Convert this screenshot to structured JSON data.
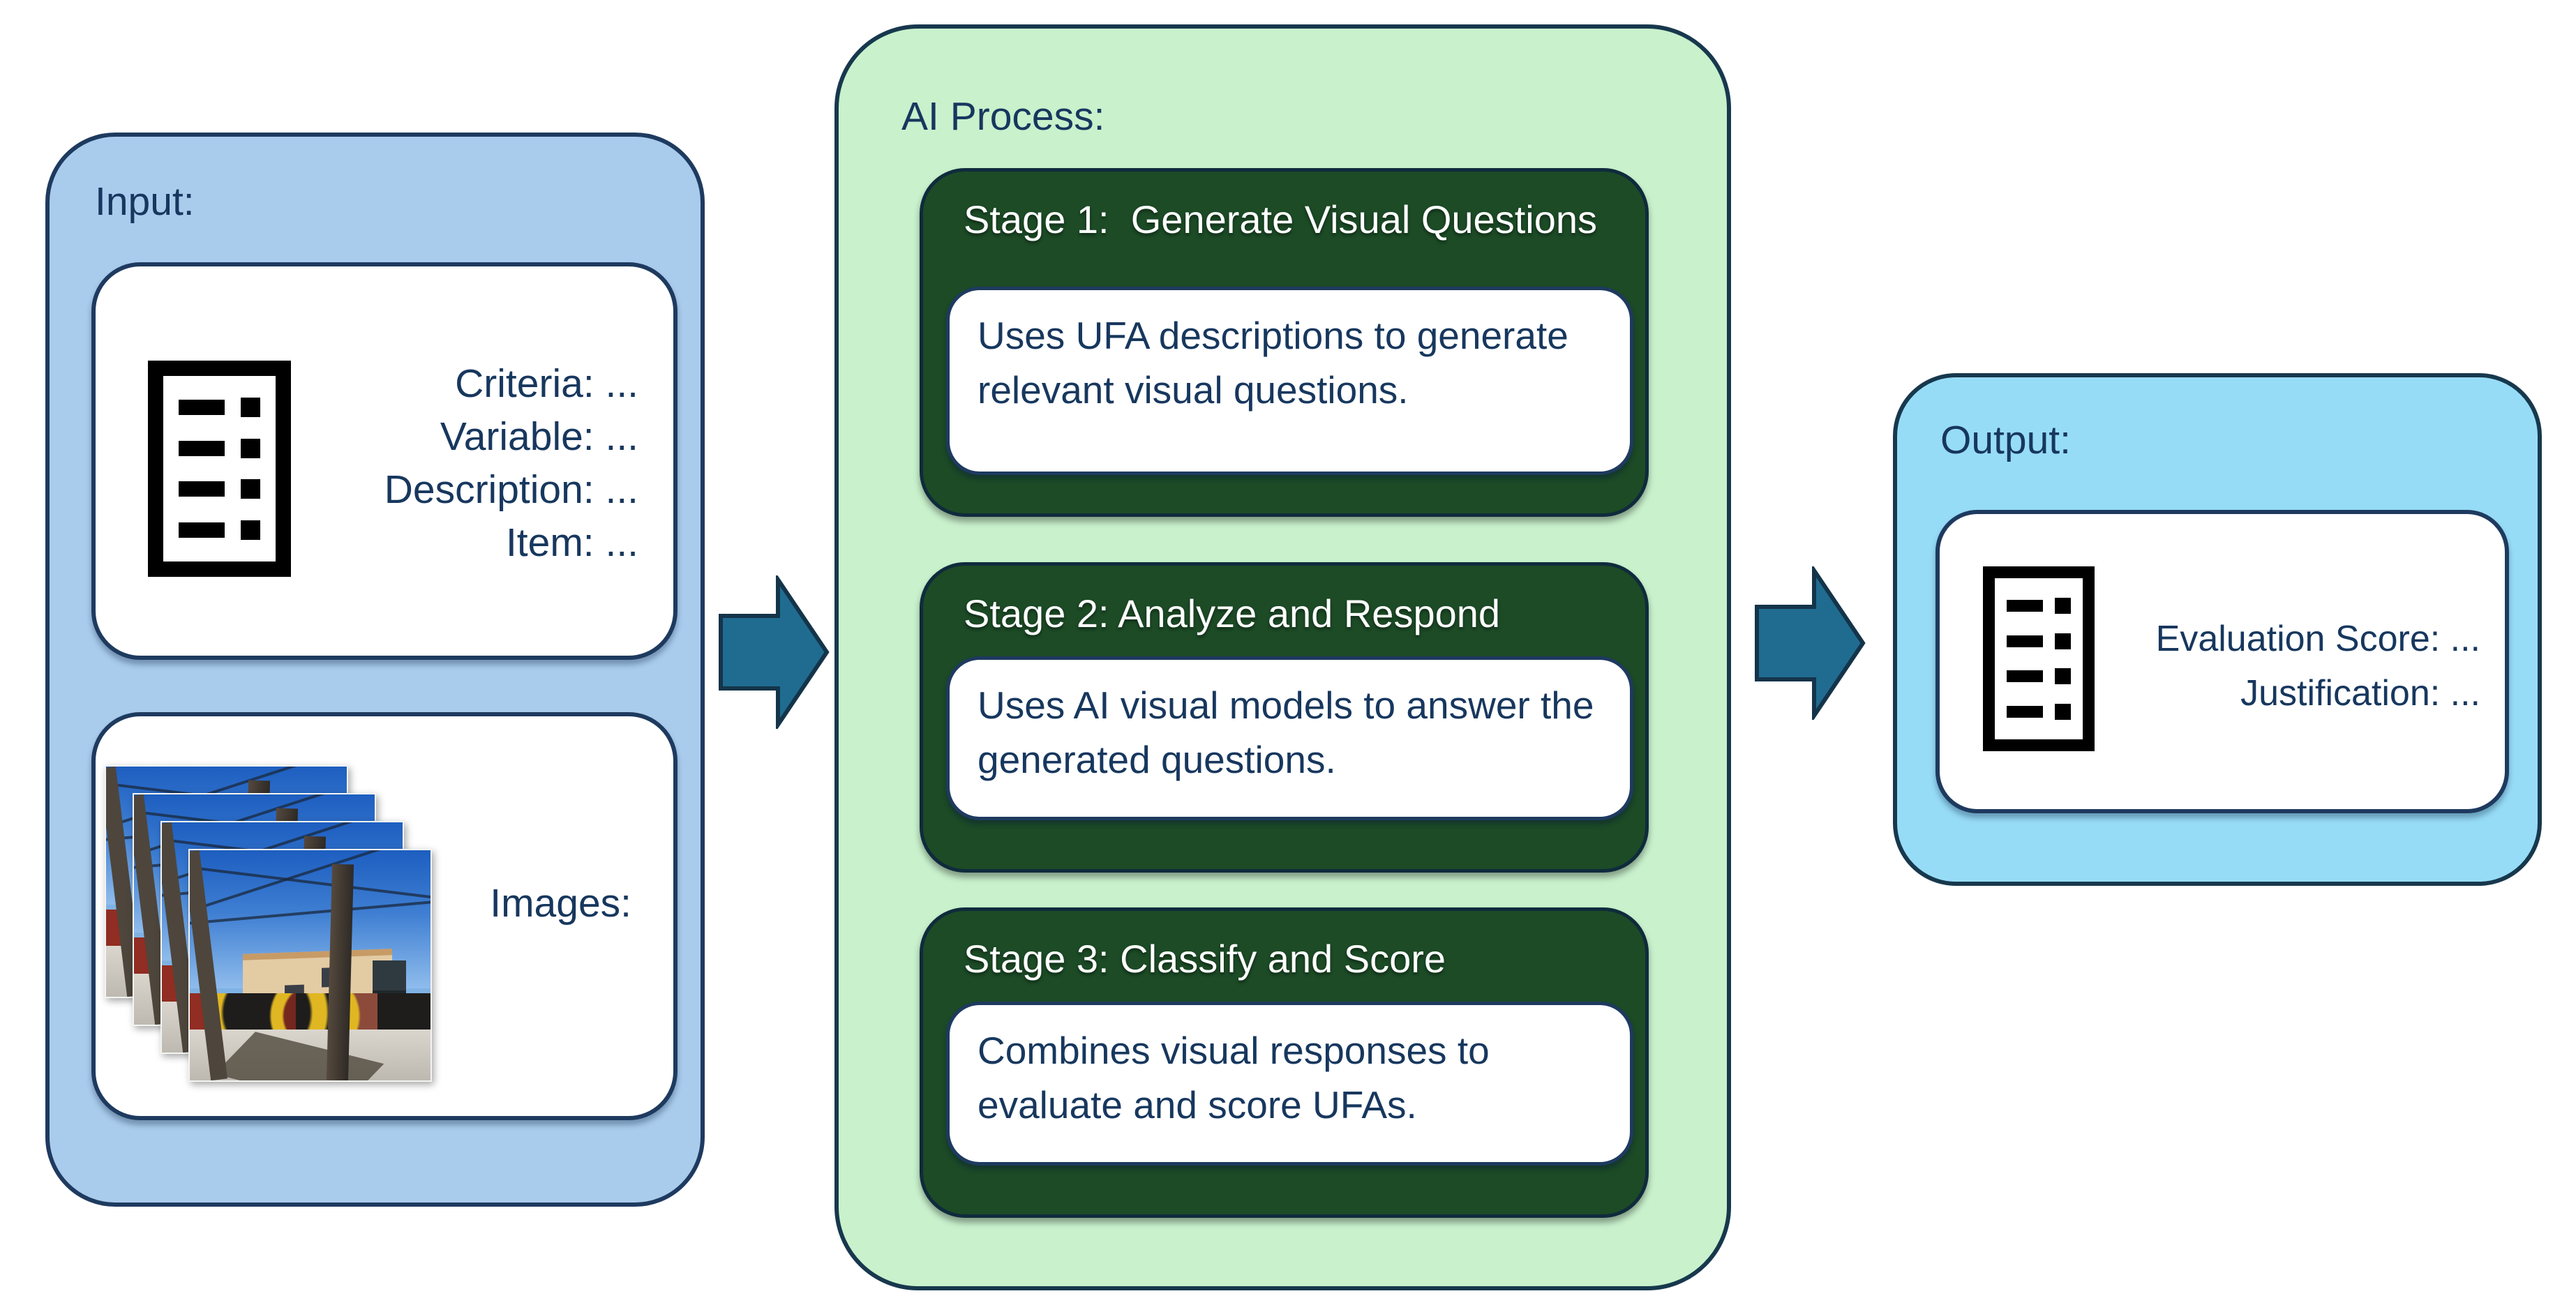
{
  "colors": {
    "input-fill": "#A9CBEC",
    "input-border": "#1E3A5F",
    "process-fill": "#C8F1CC",
    "process-border": "#17384D",
    "stage-fill": "#1C4B26",
    "stage-border": "#0F2B3C",
    "output-fill": "#97DCF7",
    "output-border": "#17384D",
    "panel-border": "#1E3A5F",
    "text": "#17375E",
    "stage-title-text": "#FFFFFF",
    "arrow-fill": "#206C91",
    "arrow-border": "#14344A",
    "icon": "#000000"
  },
  "input": {
    "label": "Input:",
    "icon": "checklist-icon",
    "ufa_fields": [
      "Criteria: ...",
      "Variable: ...",
      "Description: ...",
      "Item: ..."
    ],
    "photos_icon": "photo-stack",
    "images_label": "Images:"
  },
  "process": {
    "label": "AI Process:",
    "stages": [
      {
        "title": "Stage 1:  Generate Visual Questions",
        "description": "Uses UFA descriptions to generate relevant visual questions."
      },
      {
        "title": "Stage 2: Analyze and Respond",
        "description": "Uses AI visual models to answer the generated questions."
      },
      {
        "title": "Stage 3: Classify and Score",
        "description": "Combines visual responses to evaluate and score UFAs."
      }
    ]
  },
  "output": {
    "label": "Output:",
    "icon": "checklist-icon",
    "fields": [
      "Evaluation Score: ...",
      "Justification: ..."
    ]
  }
}
